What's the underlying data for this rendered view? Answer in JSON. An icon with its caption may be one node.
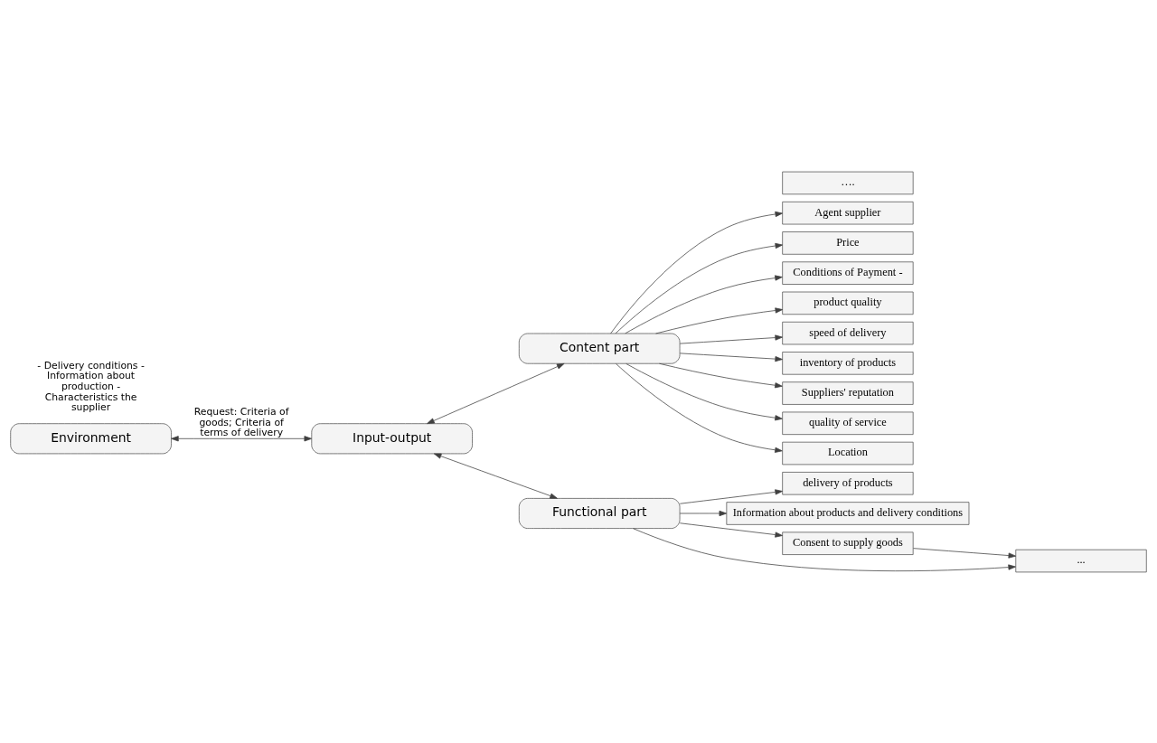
{
  "diagram": {
    "nodes": [
      {
        "text": [
          "Environment"
        ]
      },
      {
        "text": [
          "Input-output"
        ]
      },
      {
        "text": [
          "Content part"
        ]
      },
      {
        "text": [
          "Agent supplier"
        ]
      },
      {
        "text": [
          "Price"
        ]
      },
      {
        "text": [
          "Conditions of Payment -"
        ]
      },
      {
        "text": [
          "product quality"
        ]
      },
      {
        "text": [
          "speed of delivery"
        ]
      },
      {
        "text": [
          "inventory of products"
        ]
      },
      {
        "text": [
          "Suppliers' reputation"
        ]
      },
      {
        "text": [
          "quality of service"
        ]
      },
      {
        "text": [
          "Location"
        ]
      },
      {
        "text": [
          "…."
        ]
      },
      {
        "text": [
          "Functional part"
        ]
      },
      {
        "text": [
          "delivery of products"
        ]
      },
      {
        "text": [
          "Information about products and delivery conditions"
        ]
      },
      {
        "text": [
          "Consent to supply goods"
        ]
      },
      {
        "text": [
          "..."
        ]
      }
    ],
    "edges": [
      {
        "from": 0,
        "to": 1,
        "arrow": "both",
        "label": "Request: Criteria of goods; Criteria of terms of delivery"
      },
      {
        "from": 1,
        "to": 2,
        "arrow": "both"
      },
      {
        "from": 1,
        "to": 13,
        "arrow": "both"
      },
      {
        "from": 2,
        "to": 3,
        "arrow": "to"
      },
      {
        "from": 2,
        "to": 4,
        "arrow": "to"
      },
      {
        "from": 2,
        "to": 5,
        "arrow": "to"
      },
      {
        "from": 2,
        "to": 6,
        "arrow": "to"
      },
      {
        "from": 2,
        "to": 7,
        "arrow": "to"
      },
      {
        "from": 2,
        "to": 8,
        "arrow": "to"
      },
      {
        "from": 2,
        "to": 9,
        "arrow": "to"
      },
      {
        "from": 2,
        "to": 10,
        "arrow": "to"
      },
      {
        "from": 2,
        "to": 11,
        "arrow": "to"
      },
      {
        "from": 13,
        "to": 14,
        "arrow": "to"
      },
      {
        "from": 13,
        "to": 15,
        "arrow": "to"
      },
      {
        "from": 13,
        "to": 16,
        "arrow": "to"
      },
      {
        "from": 13,
        "to": 17,
        "arrow": "to"
      },
      {
        "from": 16,
        "to": 17,
        "arrow": "to"
      }
    ],
    "labels": [
      "- Delivery conditions - Information about production - Characteristics the supplier"
    ]
  }
}
